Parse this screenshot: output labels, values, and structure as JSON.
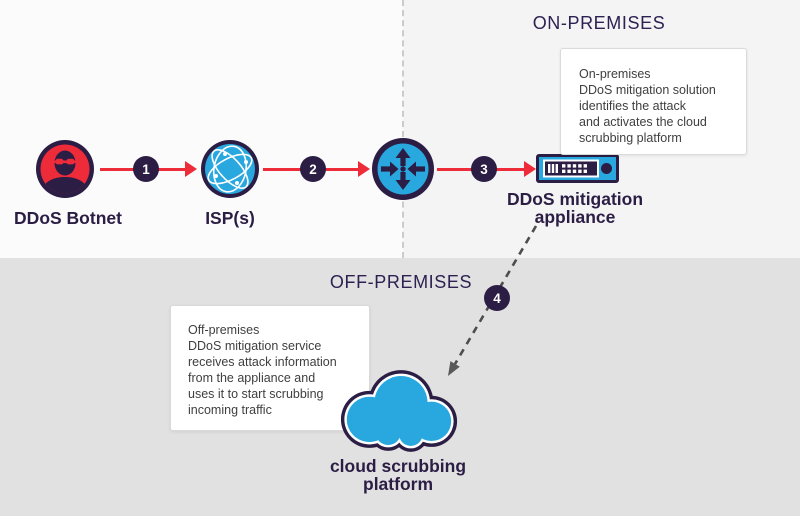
{
  "colors": {
    "navy": "#2b1d44",
    "red": "#ee2b39",
    "blue": "#29a8e0",
    "heading_text": "#2e2152",
    "body_text": "#3f3f3f",
    "zone_top_left_bg": "#fbfbfb",
    "zone_top_right_bg": "#f4f4f4",
    "zone_bottom_bg": "#e1e1e1",
    "dashed_arrow": "#4d4d4d"
  },
  "sections": {
    "on_premises": {
      "label": "ON-PREMISES"
    },
    "off_premises": {
      "label": "OFF-PREMISES"
    }
  },
  "nodes": {
    "botnet": {
      "label": "DDoS Botnet",
      "icon": "hacker-avatar-icon"
    },
    "isp": {
      "label": "ISP(s)",
      "icon": "globe-network-icon"
    },
    "router": {
      "icon": "router-icon"
    },
    "appliance": {
      "label_line1": "DDoS mitigation",
      "label_line2": "appliance",
      "icon": "network-appliance-icon"
    },
    "cloud": {
      "label_line1": "cloud scrubbing",
      "label_line2": "platform",
      "icon": "cloud-icon"
    }
  },
  "steps": [
    {
      "number": "1"
    },
    {
      "number": "2"
    },
    {
      "number": "3"
    },
    {
      "number": "4"
    }
  ],
  "callouts": {
    "on_premises": {
      "lines": [
        "On-premises",
        "DDoS mitigation solution",
        "identifies the attack",
        "and activates the cloud",
        "scrubbing platform"
      ]
    },
    "off_premises": {
      "lines": [
        "Off-premises",
        "DDoS mitigation service",
        "receives attack information",
        "from the appliance and",
        "uses it to start scrubbing",
        "incoming traffic"
      ]
    }
  }
}
